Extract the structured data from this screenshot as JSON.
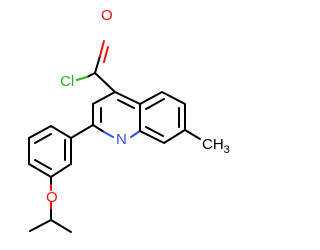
{
  "molecule": {
    "colors": {
      "carbon": "#000000",
      "oxygen": "#ff0d0d",
      "nitrogen": "#3050f8",
      "chlorine": "#1fb81f"
    },
    "atoms": {
      "cl": "Cl",
      "o_carbonyl": "O",
      "n_ring": "N",
      "o_ether": "O",
      "ch3": "CH",
      "ch3_sub": "3"
    }
  }
}
